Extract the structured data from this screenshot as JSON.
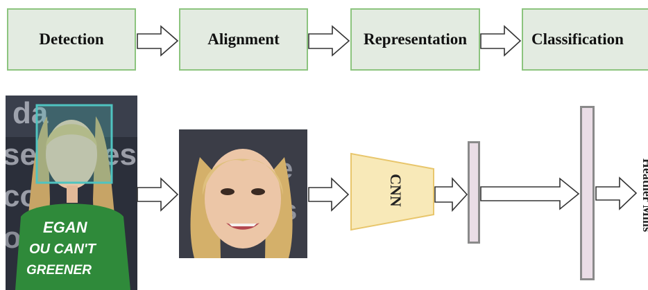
{
  "steps": {
    "detection": "Detection",
    "alignment": "Alignment",
    "representation": "Representation",
    "classification": "Classification"
  },
  "cnn": {
    "label": "CNN"
  },
  "output": {
    "label": "Heather Mills"
  },
  "photo": {
    "shirt_lines": [
      "EGAN",
      "OU CAN'T",
      "GREENER"
    ]
  },
  "colors": {
    "step_fill": "#e3ebe1",
    "step_border": "#8cc47e",
    "cnn_fill": "#f8e9b8",
    "cnn_border": "#e8c66c",
    "vector_fill": "#eadde6",
    "vector_border": "#8a8a8a",
    "detection_box": "#4fc3c0"
  }
}
